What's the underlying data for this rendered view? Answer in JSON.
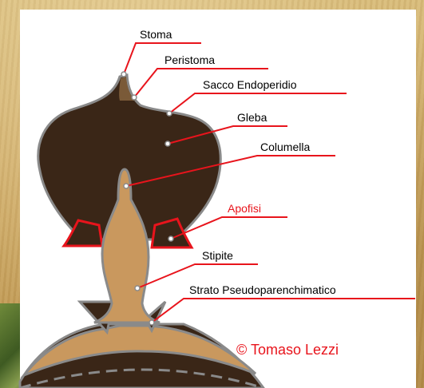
{
  "labels": {
    "stoma": "Stoma",
    "peristoma": "Peristoma",
    "sacco": "Sacco Endoperidio",
    "gleba": "Gleba",
    "columella": "Columella",
    "apofisi": "Apofisi",
    "stipite": "Stipite",
    "strato": "Strato Pseudoparenchimatico"
  },
  "copyright": "© Tomaso Lezzi",
  "colors": {
    "gleba": "#3a2617",
    "stem": "#c9985e",
    "outline": "#8a8a8a",
    "leader": "#e8141c",
    "highlight": "#e8141c"
  }
}
